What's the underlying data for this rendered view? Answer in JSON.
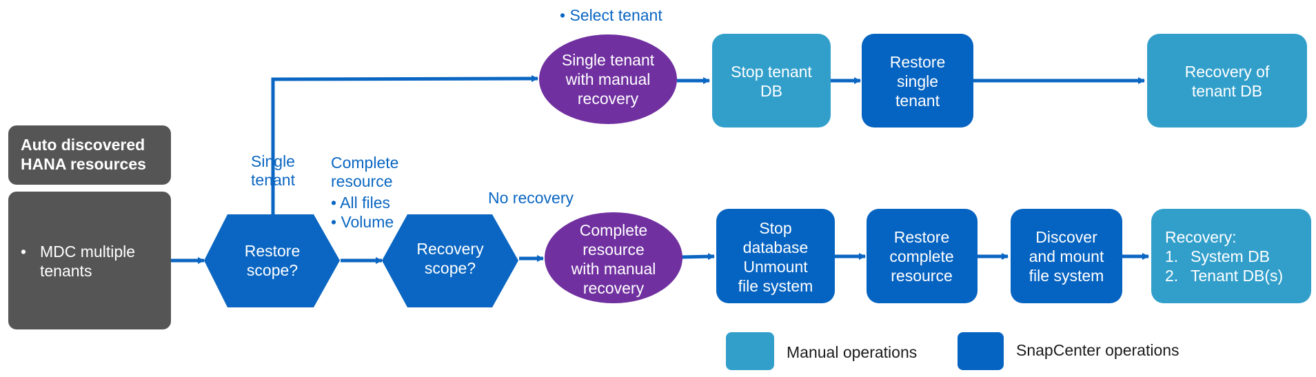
{
  "colors": {
    "dark_box": "#545554",
    "manual": "#329fcb",
    "snapcenter": "#0563c1",
    "decision": "#0a66c2",
    "recovery_oval": "#7030a0",
    "connector": "#0a66c2",
    "annotation_text": "#0a66c2"
  },
  "source": {
    "title": [
      "Auto discovered",
      "HANA resources"
    ],
    "bullet": "•",
    "body": [
      "MDC multiple",
      "tenants"
    ]
  },
  "decisions": {
    "restore_scope": [
      "Restore",
      "scope?"
    ],
    "recovery_scope": [
      "Recovery",
      "scope?"
    ]
  },
  "annotations": {
    "single_tenant": [
      "Single",
      "tenant"
    ],
    "complete_resource": [
      "Complete",
      "resource"
    ],
    "all_files": "• All files",
    "volume": "• Volume",
    "no_recovery": "No recovery",
    "select_tenant": "• Select tenant"
  },
  "top_path": {
    "oval": [
      "Single tenant",
      "with manual",
      "recovery"
    ],
    "stop_tenant": [
      "Stop tenant",
      "DB"
    ],
    "restore_single": [
      "Restore",
      "single",
      "tenant"
    ],
    "recovery_tenant": [
      "Recovery of",
      "tenant DB"
    ]
  },
  "bottom_path": {
    "oval": [
      "Complete",
      "resource",
      "with manual",
      "recovery"
    ],
    "stop_database": [
      "Stop",
      "database",
      "Unmount",
      "file system"
    ],
    "restore_complete": [
      "Restore",
      "complete",
      "resource"
    ],
    "discover_mount": [
      "Discover",
      "and mount",
      "file system"
    ],
    "recovery_title": "Recovery:",
    "recovery_items": [
      {
        "num": "1.",
        "text": "System DB"
      },
      {
        "num": "2.",
        "text": "Tenant DB(s)"
      }
    ]
  },
  "legend": {
    "manual": "Manual operations",
    "snapcenter": "SnapCenter operations"
  }
}
